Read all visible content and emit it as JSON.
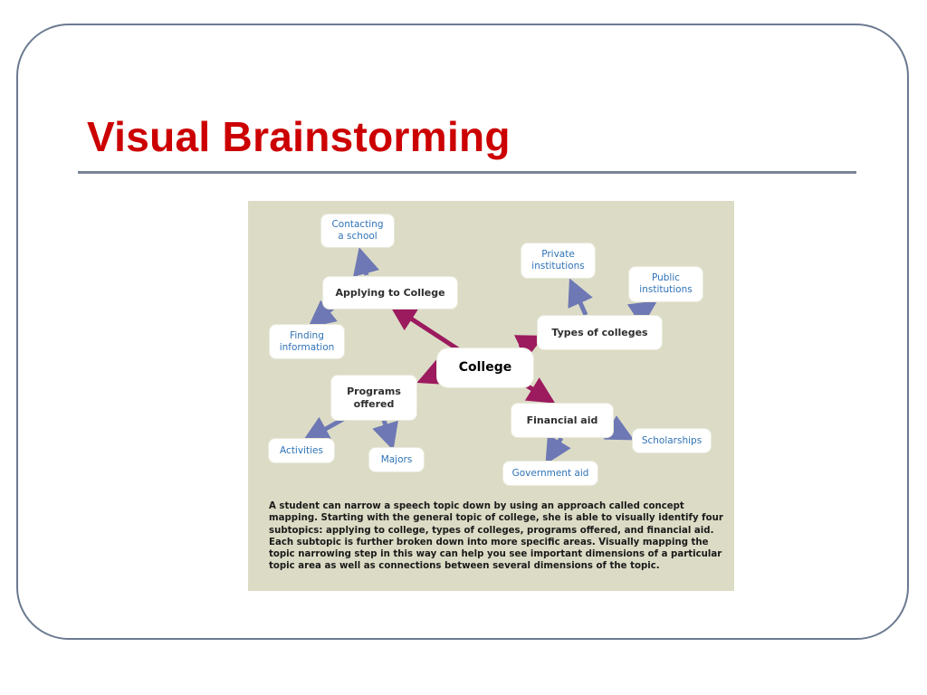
{
  "slide": {
    "title": "Visual Brainstorming"
  },
  "diagram": {
    "center": "College",
    "subtopics": {
      "applying": "Applying to College",
      "types": "Types of colleges",
      "programs": "Programs\noffered",
      "financial": "Financial aid"
    },
    "details": {
      "contacting": "Contacting\na school",
      "finding": "Finding\ninformation",
      "private": "Private\ninstitutions",
      "public": "Public\ninstitutions",
      "activities": "Activities",
      "majors": "Majors",
      "government": "Government aid",
      "scholarships": "Scholarships"
    },
    "caption": "A student can narrow a speech topic down by using an approach called concept mapping. Starting with the general topic of college, she is able to visually identify four subtopics: applying to college, types of colleges, programs offered, and financial aid. Each subtopic is further broken down into more specific areas. Visually mapping the topic narrowing step in this way can help you see important dimensions of a particular topic area as well as connections between several dimensions of the topic.",
    "colors": {
      "main_arrow": "#9c1a5e",
      "sub_arrow": "#6e78b4",
      "background": "#dcdcc6",
      "title": "#cc0000"
    }
  }
}
